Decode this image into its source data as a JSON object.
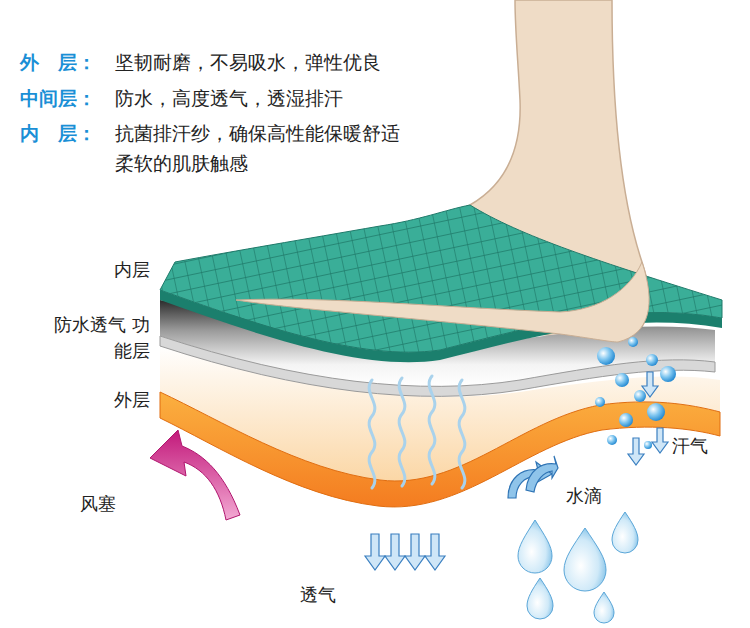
{
  "diagram": {
    "labels": [
      "外　层：",
      "坚韧耐磨，不易吸水，弹性优良",
      "中间层：",
      "防水，高度透气，透湿排汗",
      "内　层：",
      "抗菌排汗纱，确保高性能保暖舒适 柔软的肌肤触感",
      "内层",
      "防水透气 功能层",
      "外层",
      "汗气",
      "水滴",
      "风塞",
      "透气"
    ]
  }
}
